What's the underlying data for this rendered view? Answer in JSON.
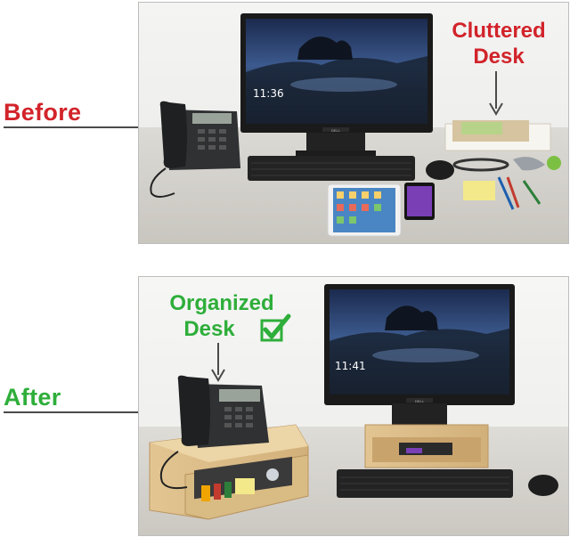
{
  "before": {
    "label": "Before",
    "label_color": "#d2232a",
    "callout_line1": "Cluttered",
    "callout_line2": "Desk",
    "callout_color": "#d2232a",
    "screen_time": "11:36"
  },
  "after": {
    "label": "After",
    "label_color": "#2eae3a",
    "callout_line1": "Organized",
    "callout_line2": "Desk",
    "callout_color": "#2eae3a",
    "screen_time": "11:41"
  },
  "monitor_brand": "DELL",
  "icons": [
    "down-arrow-icon",
    "checkbox-checkmark-icon"
  ]
}
